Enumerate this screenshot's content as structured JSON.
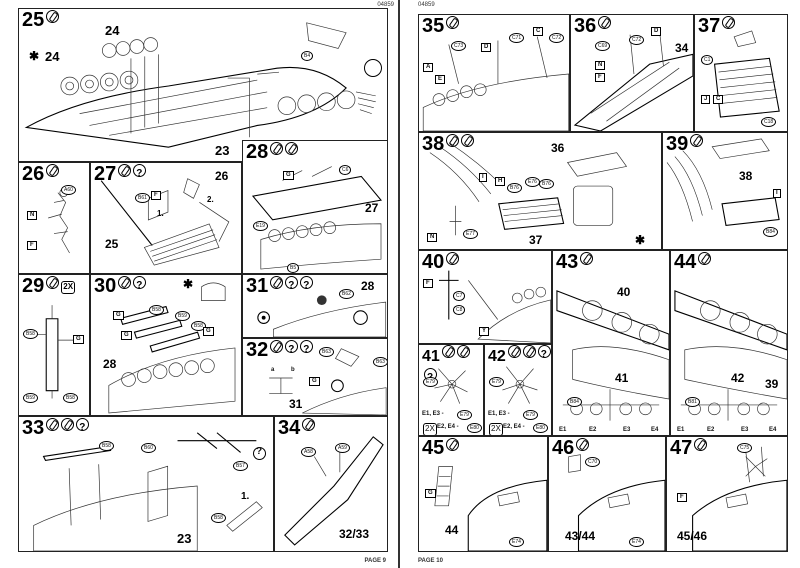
{
  "document": {
    "code": "04859"
  },
  "left_page": {
    "page_label": "PAGE 9",
    "panels": [
      {
        "id": "p25",
        "step": "25",
        "symbols": [
          "glue"
        ],
        "callouts": [
          "24",
          "24",
          "23"
        ],
        "refs": [
          "B4"
        ],
        "marks": [
          "✱"
        ]
      },
      {
        "id": "p26",
        "step": "26",
        "symbols": [
          "glue"
        ],
        "callouts": [],
        "refs": [
          "A60"
        ],
        "tags": [
          "N",
          "F"
        ]
      },
      {
        "id": "p27",
        "step": "27",
        "symbols": [
          "glue",
          "q"
        ],
        "callouts": [
          "26",
          "25",
          "1.",
          "2."
        ],
        "refs": [
          "B61"
        ],
        "tags": [
          "F"
        ]
      },
      {
        "id": "p28",
        "step": "28",
        "symbols": [
          "glue",
          "glue"
        ],
        "callouts": [
          "27"
        ],
        "refs": [
          "C6",
          "E19",
          "B5"
        ],
        "tags": [
          "G"
        ]
      },
      {
        "id": "p29",
        "step": "29",
        "symbols": [
          "glue",
          "2X"
        ],
        "callouts": [],
        "refs": [
          "B58",
          "B59",
          "B58"
        ],
        "tags": [
          "G"
        ]
      },
      {
        "id": "p30",
        "step": "30",
        "symbols": [
          "glue",
          "q"
        ],
        "callouts": [
          "28"
        ],
        "refs": [
          "B58",
          "B59",
          "B58"
        ],
        "tags": [
          "G",
          "G",
          "G"
        ],
        "marks": [
          "✱"
        ]
      },
      {
        "id": "p31",
        "step": "31",
        "symbols": [
          "glue",
          "q",
          "q"
        ],
        "callouts": [
          "28"
        ],
        "refs": [
          "B62"
        ]
      },
      {
        "id": "p32",
        "step": "32",
        "symbols": [
          "glue",
          "q",
          "q"
        ],
        "callouts": [
          "31",
          "a",
          "b"
        ],
        "refs": [
          "B63",
          "B63"
        ],
        "tags": [
          "G"
        ]
      },
      {
        "id": "p33",
        "step": "33",
        "symbols": [
          "glue",
          "glue",
          "q"
        ],
        "callouts": [
          "23",
          "1."
        ],
        "refs": [
          "B58",
          "B60",
          "B57",
          "B58"
        ]
      },
      {
        "id": "p34",
        "step": "34",
        "symbols": [
          "glue"
        ],
        "callouts": [
          "32/33"
        ],
        "refs": [
          "A58",
          "A59"
        ]
      }
    ]
  },
  "right_page": {
    "page_label": "PAGE 10",
    "panels": [
      {
        "id": "p35",
        "step": "35",
        "symbols": [
          "glue"
        ],
        "callouts": [],
        "refs": [
          "C73",
          "C71",
          "C72"
        ],
        "tags": [
          "A",
          "D",
          "C",
          "E"
        ]
      },
      {
        "id": "p36",
        "step": "36",
        "symbols": [
          "glue"
        ],
        "callouts": [
          "34"
        ],
        "refs": [
          "C69",
          "C72"
        ],
        "tags": [
          "D",
          "N",
          "F"
        ]
      },
      {
        "id": "p37",
        "step": "37",
        "symbols": [
          "glue"
        ],
        "callouts": [],
        "refs": [
          "C1",
          "C18"
        ],
        "tags": [
          "J",
          "C"
        ]
      },
      {
        "id": "p38",
        "step": "38",
        "symbols": [
          "glue",
          "glue"
        ],
        "callouts": [
          "36",
          "37"
        ],
        "refs": [
          "B76",
          "E77",
          "E76",
          "B76"
        ],
        "tags": [
          "N",
          "I",
          "H"
        ],
        "marks": [
          "✱"
        ]
      },
      {
        "id": "p39",
        "step": "39",
        "symbols": [
          "glue"
        ],
        "callouts": [
          "38"
        ],
        "refs": [
          "B84"
        ],
        "tags": [
          "I"
        ]
      },
      {
        "id": "p40",
        "step": "40",
        "symbols": [
          "glue"
        ],
        "callouts": [],
        "refs": [
          "C7",
          "C8"
        ],
        "tags": [
          "F",
          "Y"
        ]
      },
      {
        "id": "p41",
        "step": "41",
        "symbols": [
          "glue",
          "glue",
          "q"
        ],
        "callouts": [
          "E1, E3 -",
          "E2, E4 -"
        ],
        "refs": [
          "E79",
          "E79",
          "E80"
        ],
        "badges": [
          "2X"
        ]
      },
      {
        "id": "p42",
        "step": "42",
        "symbols": [
          "glue",
          "glue",
          "q"
        ],
        "callouts": [
          "E1, E3 -",
          "E2, E4 -"
        ],
        "refs": [
          "E79",
          "E79",
          "E80"
        ],
        "badges": [
          "2X"
        ]
      },
      {
        "id": "p43",
        "step": "43",
        "symbols": [
          "glue"
        ],
        "callouts": [
          "40",
          "41",
          "E1",
          "E2",
          "E3",
          "E4"
        ],
        "refs": [
          "B84"
        ]
      },
      {
        "id": "p44",
        "step": "44",
        "symbols": [
          "glue"
        ],
        "callouts": [
          "42",
          "39",
          "E1",
          "E2",
          "E3",
          "E4"
        ],
        "refs": [
          "B81"
        ]
      },
      {
        "id": "p45",
        "step": "45",
        "symbols": [
          "glue"
        ],
        "callouts": [
          "44"
        ],
        "refs": [
          "E74"
        ],
        "tags": [
          "G"
        ]
      },
      {
        "id": "p46",
        "step": "46",
        "symbols": [
          "glue"
        ],
        "callouts": [
          "43/44"
        ],
        "refs": [
          "C70",
          "E74"
        ]
      },
      {
        "id": "p47",
        "step": "47",
        "symbols": [
          "glue"
        ],
        "callouts": [
          "45/46"
        ],
        "refs": [
          "C75"
        ],
        "tags": [
          "F"
        ]
      }
    ]
  }
}
